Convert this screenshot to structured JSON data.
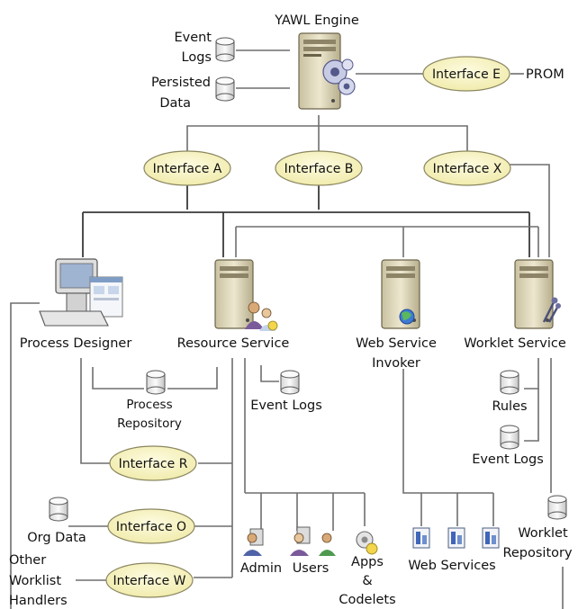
{
  "engine": {
    "label": "YAWL Engine"
  },
  "engine_stores": {
    "event_logs": [
      "Event",
      "Logs"
    ],
    "persisted_data": [
      "Persisted",
      "Data"
    ]
  },
  "prom": "PROM",
  "interfaces": {
    "e": "Interface E",
    "a": "Interface A",
    "b": "Interface B",
    "x": "Interface X",
    "r": "Interface R",
    "o": "Interface O",
    "w": "Interface W"
  },
  "services": {
    "process_designer": "Process Designer",
    "resource_service": "Resource Service",
    "web_service_invoker": [
      "Web Service",
      "Invoker"
    ],
    "worklet_service": "Worklet Service"
  },
  "stores": {
    "process_repository": [
      "Process",
      "Repository"
    ],
    "resource_event_logs": "Event Logs",
    "rules": "Rules",
    "worklet_event_logs": "Event Logs",
    "org_data": "Org Data",
    "worklet_repository": [
      "Worklet",
      "Repository"
    ]
  },
  "clients": {
    "admin": "Admin",
    "users": "Users",
    "apps_codelets": [
      "Apps",
      "&",
      "Codelets"
    ],
    "web_services": "Web Services",
    "other_worklist_handlers": [
      "Other",
      "Worklist",
      "Handlers"
    ]
  },
  "colors": {
    "interface_fill": "#f8f4b8",
    "interface_stroke": "#8a8660",
    "server_body": "#e3dcbf",
    "database_fill": "#f2f2f2"
  }
}
